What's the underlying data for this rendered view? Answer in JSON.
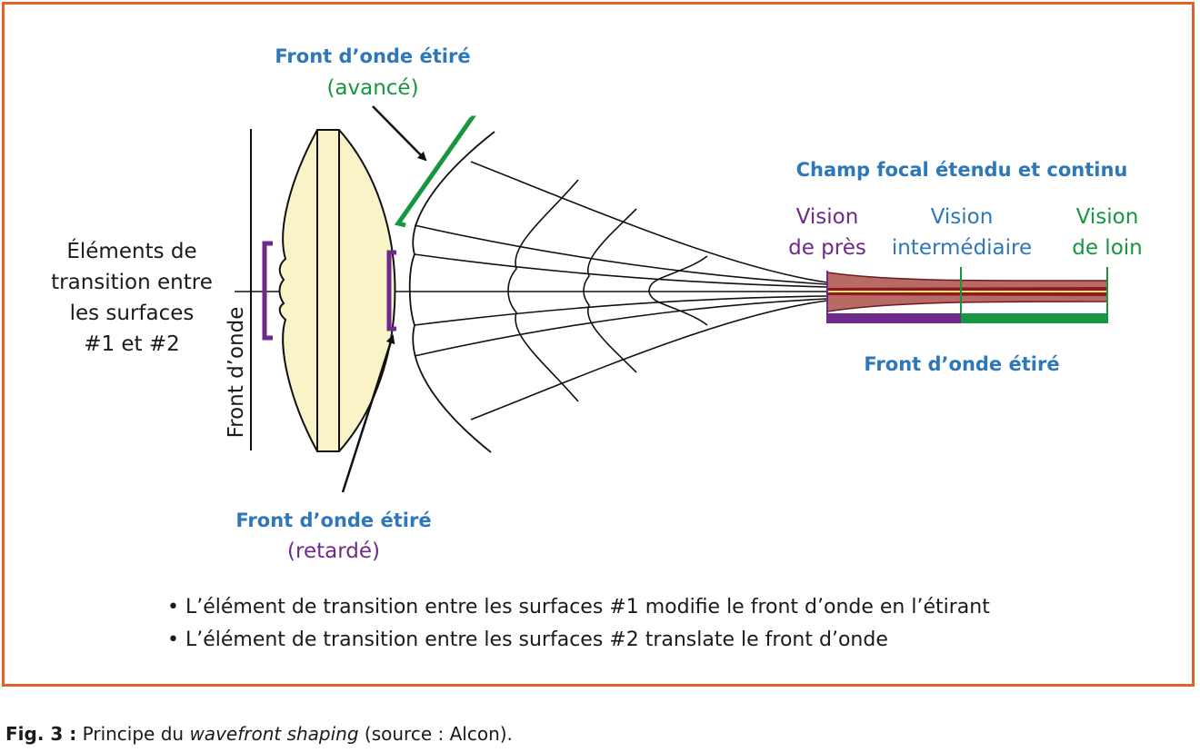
{
  "labels": {
    "wavefront_advanced_title": "Front d’onde étiré",
    "wavefront_advanced_sub": "(avancé)",
    "wavefront_retarded_title": "Front d’onde étiré",
    "wavefront_retarded_sub": "(retardé)",
    "transition_line1": "Éléments de",
    "transition_line2": "transition entre",
    "transition_line3": "les surfaces",
    "transition_line4": "#1 et #2",
    "wavefront_vertical": "Front d’onde",
    "focal_field": "Champ focal étendu et continu",
    "near_line1": "Vision",
    "near_line2": "de près",
    "intermediate_line1": "Vision",
    "intermediate_line2": "intermédiaire",
    "far_line1": "Vision",
    "far_line2": "de loin",
    "stretched_wavefront": "Front d’onde étiré"
  },
  "bullets": [
    "• L’élément de transition entre les surfaces #1 modifie le front d’onde en l’étirant",
    "• L’élément de transition entre les surfaces #2 translate le front d’onde"
  ],
  "caption": {
    "fig": "Fig. 3 :",
    "text_before": " Principe du ",
    "italic": "wavefront shaping",
    "text_after": " (source : Alcon)."
  },
  "colors": {
    "frame": "#e0622b",
    "blue": "#2e77b8",
    "green": "#16963f",
    "purple": "#6e2a8a",
    "lens_fill": "#fbf3c8",
    "focal_fill": "#b86a64",
    "focal_core": "#8a1b24",
    "focal_line": "#f2e06b"
  }
}
